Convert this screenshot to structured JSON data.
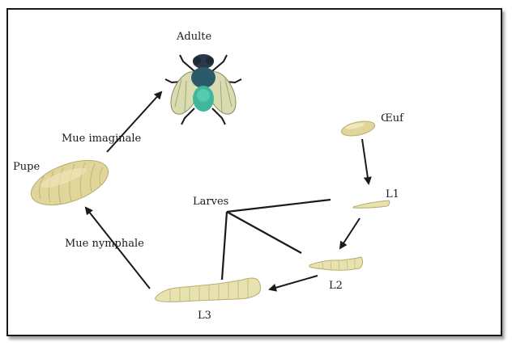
{
  "labels": {
    "adult": "Adulte",
    "egg": "Œuf",
    "l1": "L1",
    "l2": "L2",
    "l3": "L3",
    "larvae": "Larves",
    "pupa": "Pupe",
    "imaginal_molt": "Mue imaginale",
    "nymphal_molt": "Mue nymphale"
  },
  "colors": {
    "larva_fill": "#e8e2b0",
    "larva_stroke": "#b7ad6d",
    "pupa_fill": "#e0d59a",
    "fly_body": "#2b5a6b",
    "fly_abdomen": "#3fb79a",
    "wing_fill": "#d9dcb0",
    "line": "#1a1a1a"
  },
  "icons": {
    "adult_icon": "fly-icon",
    "egg_icon": "egg-icon",
    "pupa_icon": "pupa-icon",
    "larva_icon": "larva-icon"
  }
}
